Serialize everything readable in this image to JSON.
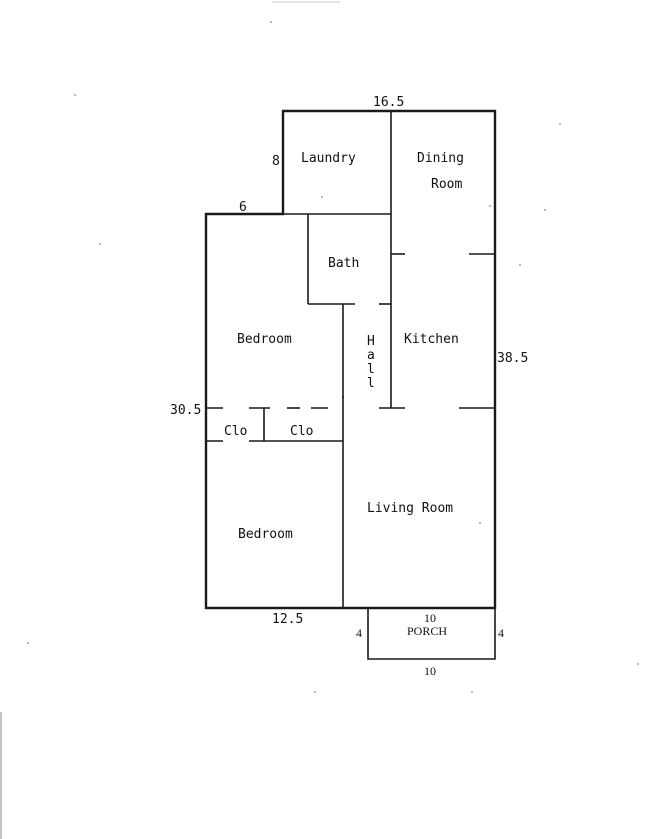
{
  "rooms": {
    "laundry": "Laundry",
    "dining_line1": "Dining",
    "dining_line2": "Room",
    "bath": "Bath",
    "bedroom_top": "Bedroom",
    "hall": [
      "H",
      "a",
      "l",
      "l"
    ],
    "kitchen": "Kitchen",
    "closet_left": "Clo",
    "closet_right": "Clo",
    "living_room": "Living Room",
    "bedroom_bottom": "Bedroom",
    "porch": "PORCH"
  },
  "dimensions": {
    "top_width": "16.5",
    "laundry_height": "8",
    "left_step": "6",
    "right_height": "38.5",
    "left_height": "30.5",
    "bottom_width": "12.5",
    "porch_top": "10",
    "porch_left": "4",
    "porch_right": "4",
    "porch_bottom": "10"
  }
}
